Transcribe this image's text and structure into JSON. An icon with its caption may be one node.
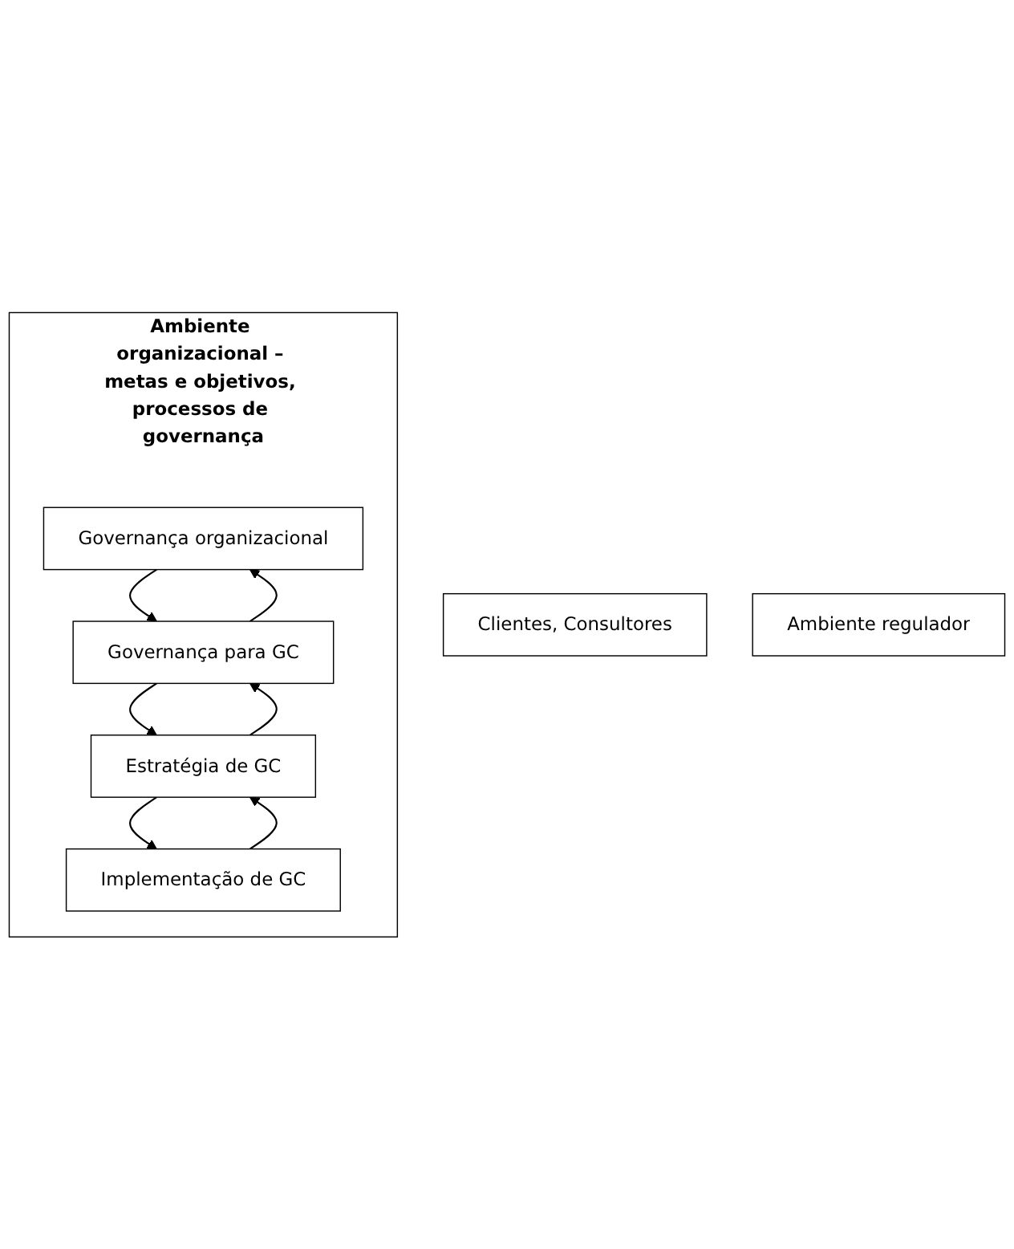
{
  "diagram": {
    "nodes": [
      {
        "text": [
          "Clientes, Consultores"
        ]
      },
      {
        "text": [
          "Ambiente regulador"
        ]
      },
      {
        "text": [
          "Ambiente organizacional – metas e objetivos, processos de governança"
        ]
      },
      {
        "text": [
          "Governança organizacional"
        ],
        "in": 2
      },
      {
        "text": [
          "Governança para GC"
        ],
        "in": 2
      },
      {
        "text": [
          "Estratégia de GC"
        ],
        "in": 2
      },
      {
        "text": [
          "Implementação de GC"
        ],
        "in": 2
      }
    ],
    "edges": [
      {
        "from": 3,
        "to": 4,
        "arrow": "to"
      },
      {
        "from": 4,
        "to": 3,
        "arrow": "to"
      },
      {
        "from": 4,
        "to": 5,
        "arrow": "to"
      },
      {
        "from": 5,
        "to": 4,
        "arrow": "to"
      },
      {
        "from": 5,
        "to": 6,
        "arrow": "to"
      },
      {
        "from": 6,
        "to": 5,
        "arrow": "to"
      }
    ]
  }
}
